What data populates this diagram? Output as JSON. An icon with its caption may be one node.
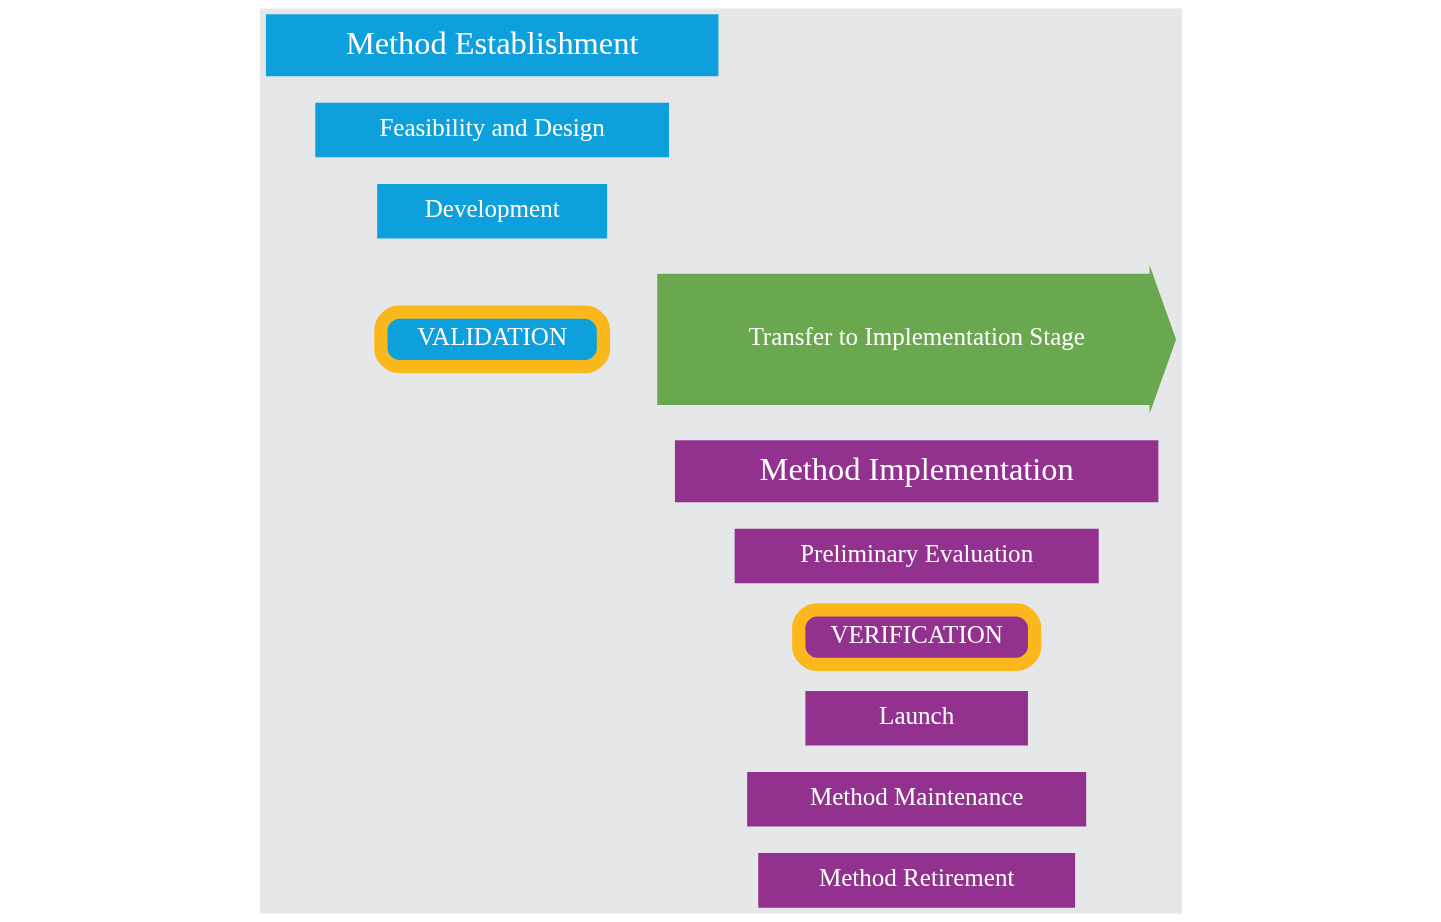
{
  "diagram": {
    "nodes": [
      {
        "text": [
          "Method Establishment"
        ]
      },
      {
        "text": [
          "Feasibility and Design"
        ]
      },
      {
        "text": [
          "Development"
        ]
      },
      {
        "text": [
          "VALIDATION"
        ]
      },
      {
        "text": [
          "Transfer to Implementation Stage"
        ]
      },
      {
        "text": [
          "Method Implementation"
        ]
      },
      {
        "text": [
          "Preliminary Evaluation"
        ]
      },
      {
        "text": [
          "VERIFICATION"
        ]
      },
      {
        "text": [
          "Launch"
        ]
      },
      {
        "text": [
          "Method Maintenance"
        ]
      },
      {
        "text": [
          "Method Retirement"
        ]
      }
    ]
  }
}
